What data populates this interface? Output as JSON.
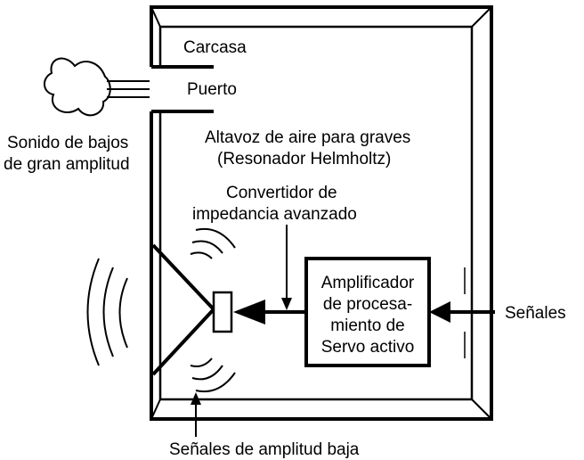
{
  "labels": {
    "carcasa": "Carcasa",
    "puerto": "Puerto",
    "sonido_line1": "Sonido de bajos",
    "sonido_line2": "de gran amplitud",
    "altavoz_line1": "Altavoz de aire para graves",
    "altavoz_line2": "(Resonador Helmholtz)",
    "convertidor_line1": "Convertidor de",
    "convertidor_line2": "impedancia avanzado",
    "amplificador_line1": "Amplificador",
    "amplificador_line2": "de procesa-",
    "amplificador_line3": "miento de",
    "amplificador_line4": "Servo activo",
    "senales": "Señales",
    "senales_baja": "Señales de amplitud baja"
  }
}
